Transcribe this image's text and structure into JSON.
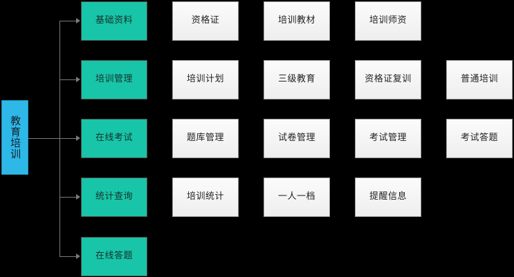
{
  "diagram": {
    "title": "教育培训",
    "colors": {
      "background": "#000000",
      "root_fill": "#2eb8e8",
      "branch_fill": "#18c5a8",
      "leaf_fill": "#f4f4f4",
      "connector": "#7b7b7b"
    },
    "root": {
      "label": "教育培训"
    },
    "branches": [
      {
        "label": "基础资料",
        "leaves": [
          {
            "label": "资格证"
          },
          {
            "label": "培训教材"
          },
          {
            "label": "培训师资"
          }
        ]
      },
      {
        "label": "培训管理",
        "leaves": [
          {
            "label": "培训计划"
          },
          {
            "label": "三级教育"
          },
          {
            "label": "资格证复训"
          },
          {
            "label": "普通培训"
          }
        ]
      },
      {
        "label": "在线考试",
        "leaves": [
          {
            "label": "题库管理"
          },
          {
            "label": "试卷管理"
          },
          {
            "label": "考试管理"
          },
          {
            "label": "考试答题"
          }
        ]
      },
      {
        "label": "统计查询",
        "leaves": [
          {
            "label": "培训统计"
          },
          {
            "label": "一人一档"
          },
          {
            "label": "提醒信息"
          }
        ]
      },
      {
        "label": "在线答题",
        "leaves": []
      }
    ]
  }
}
